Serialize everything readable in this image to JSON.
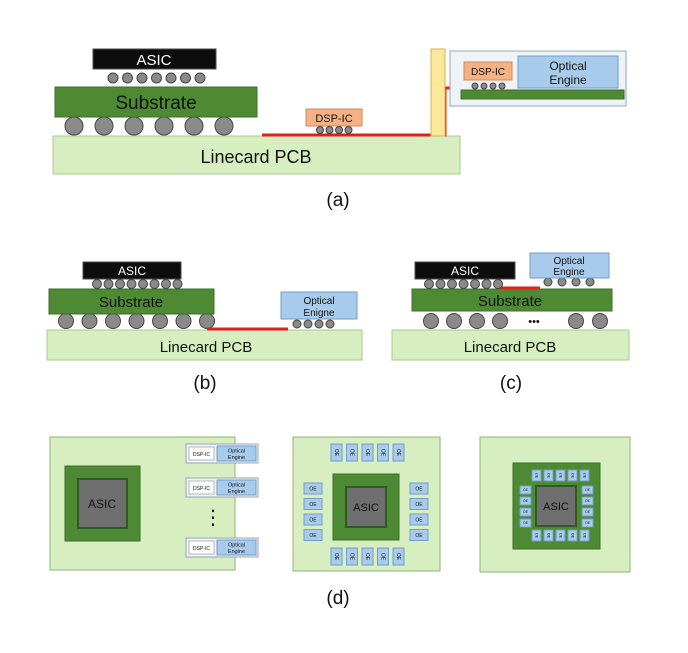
{
  "colors": {
    "pcb": "#d6eec0",
    "pcb_stroke": "#a9c98e",
    "substrate": "#4e8a33",
    "substrate_stroke": "#3c6e27",
    "asic": "#0d0d0d",
    "ball": "#8a8a8a",
    "dsp": "#f4b183",
    "dsp_stroke": "#d7875a",
    "optical": "#a9cbeb",
    "optical_stroke": "#6f9fca",
    "trace": "#e0201a",
    "connector": "#fce79a",
    "connector_stroke": "#d8b44c",
    "module": "#eef3f8",
    "die": "#6f6f6f",
    "die_outline": "#2e5c22",
    "board_stroke": "#8fb77a"
  },
  "panel_a": {
    "caption": "(a)",
    "asic": "ASIC",
    "substrate": "Substrate",
    "dsp": "DSP-IC",
    "linecard": "Linecard PCB",
    "module_dsp": "DSP-IC",
    "optical_line1": "Optical",
    "optical_line2": "Engine"
  },
  "panel_b": {
    "caption": "(b)",
    "asic": "ASIC",
    "substrate": "Substrate",
    "optical_line1": "Optical",
    "optical_line2": "Enigne",
    "linecard": "Linecard PCB"
  },
  "panel_c": {
    "caption": "(c)",
    "asic": "ASIC",
    "substrate": "Substrate",
    "optical_line1": "Optical",
    "optical_line2": "Engine",
    "dots": "•••",
    "linecard": "Linecard PCB"
  },
  "panel_d": {
    "caption": "(d)",
    "asic_1": "ASIC",
    "asic_2": "ASIC",
    "asic_3": "ASIC",
    "module_dsp": "DSP-IC",
    "module_optical_line1": "Optical",
    "module_optical_line2": "Engine",
    "vdots": "⋮",
    "oe": "OE"
  }
}
